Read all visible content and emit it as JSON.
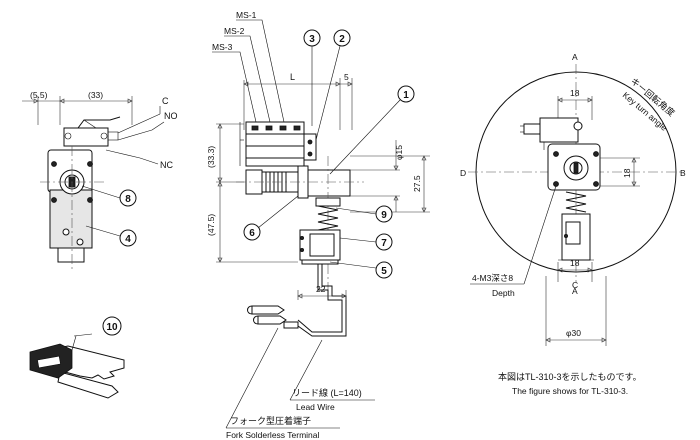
{
  "labels": {
    "ms1": "MS-1",
    "ms2": "MS-2",
    "ms3": "MS-3",
    "dim_l": "L",
    "dim_5": "5",
    "dim_5_5": "(5.5)",
    "dim_33": "(33)",
    "dim_33_3": "(33.3)",
    "dim_47_5": "(47.5)",
    "dim_phi15": "φ15",
    "dim_27_5": "27.5",
    "dim_22": "22",
    "dim_18_top": "18",
    "dim_18_right": "18",
    "dim_18_bottom": "18",
    "dim_phi30": "φ30",
    "term_c": "C",
    "term_no": "NO",
    "term_nc": "NC",
    "axis_a_top": "A",
    "axis_a_bottom": "A",
    "axis_b": "B",
    "axis_d": "D",
    "axis_c_bottom": "C",
    "axis_c_center": "C",
    "key_turn_jp": "キー回転角度",
    "key_turn_en": "Key turn angle",
    "m3_depth_jp": "4-M3深さ8",
    "m3_depth_en": "Depth",
    "lead_wire_jp": "リード線 (L=140)",
    "lead_wire_en": "Lead Wire",
    "fork_jp": "フォーク型圧着端子",
    "fork_en": "Fork Solderless Terminal",
    "note_jp": "本図はTL-310-3を示したものです。",
    "note_en": "The figure shows for TL-310-3."
  },
  "callouts": [
    "1",
    "2",
    "3",
    "4",
    "5",
    "6",
    "7",
    "8",
    "9",
    "10"
  ]
}
